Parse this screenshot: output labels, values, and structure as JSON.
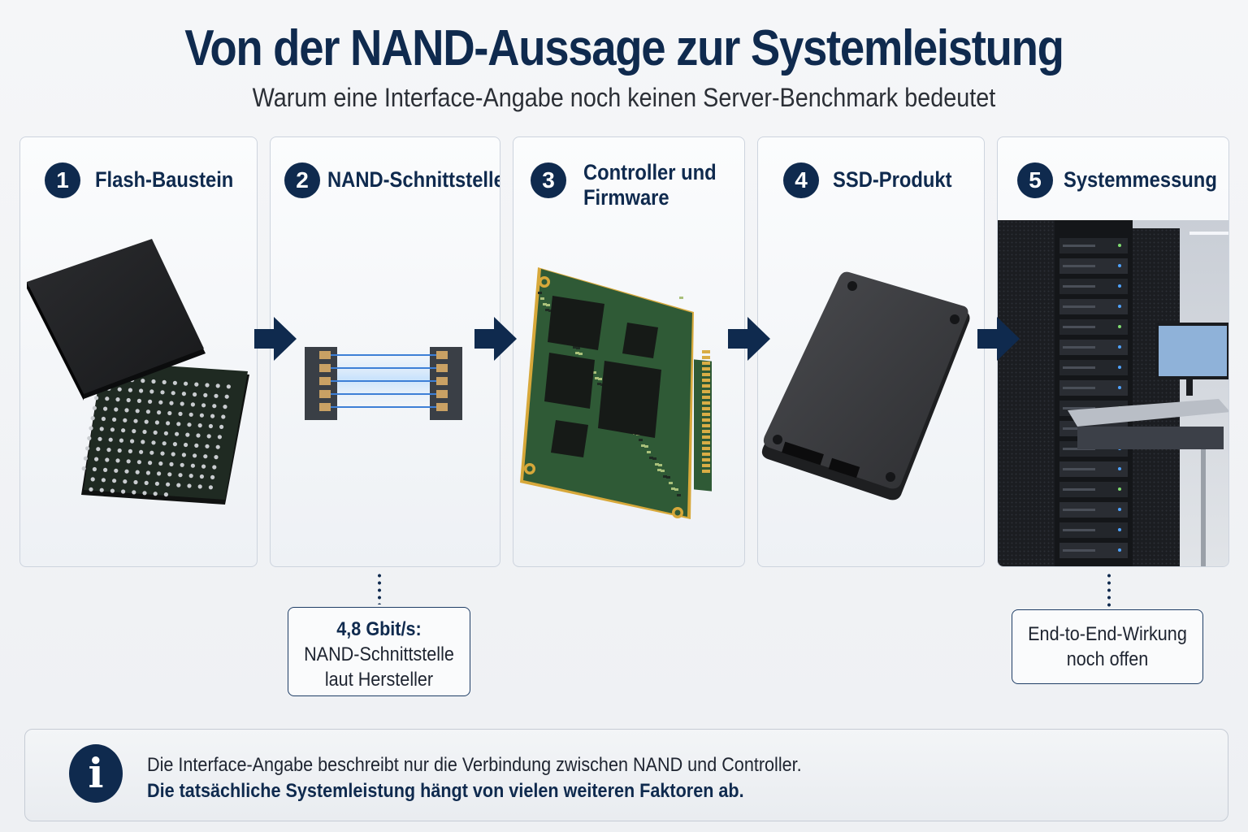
{
  "header": {
    "title": "Von der NAND-Aussage zur Systemleistung",
    "subtitle": "Warum eine Interface-Angabe noch keinen Server-Benchmark bedeutet"
  },
  "steps": [
    {
      "number": "1",
      "label_lines": [
        "Flash-Baustein"
      ]
    },
    {
      "number": "2",
      "label_lines": [
        "NAND-Schnittstelle"
      ]
    },
    {
      "number": "3",
      "label_lines": [
        "Controller und",
        "Firmware"
      ]
    },
    {
      "number": "4",
      "label_lines": [
        "SSD-Produkt"
      ]
    },
    {
      "number": "5",
      "label_lines": [
        "Systemmessung"
      ]
    }
  ],
  "notes": {
    "interface": {
      "value": "4,8 Gbit/s:",
      "line2": "NAND-Schnittstelle",
      "line3": "laut Hersteller"
    },
    "system": {
      "line1": "End-to-End-Wirkung",
      "line2": "noch offen"
    }
  },
  "info": {
    "icon": "info-icon",
    "line1": "Die Interface-Angabe beschreibt nur die Verbindung zwischen NAND und Controller.",
    "line2": "Die tatsächliche Systemleistung hängt von vielen weiteren Faktoren ab."
  },
  "colors": {
    "primary": "#0f2a4e",
    "card_border": "#cdd4de",
    "pcb_green": "#2f5a36"
  }
}
